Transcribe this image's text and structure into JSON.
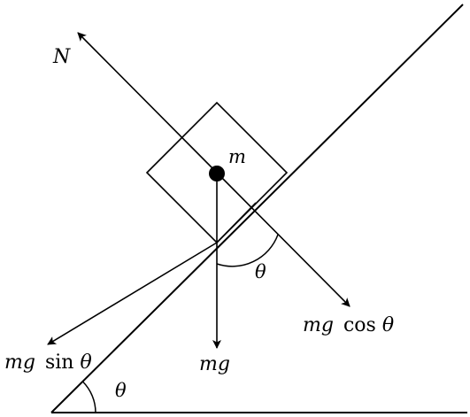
{
  "labels": {
    "normal": "N",
    "mass": "m",
    "theta_right": "θ",
    "theta_base": "θ",
    "weight": "mg",
    "cos_prefix": "mg",
    "cos_func": "cos",
    "cos_angle": "θ",
    "sin_prefix": "mg",
    "sin_func": "sin",
    "sin_angle": "θ"
  },
  "colors": {
    "ink": "#000000",
    "background": "#ffffff"
  }
}
